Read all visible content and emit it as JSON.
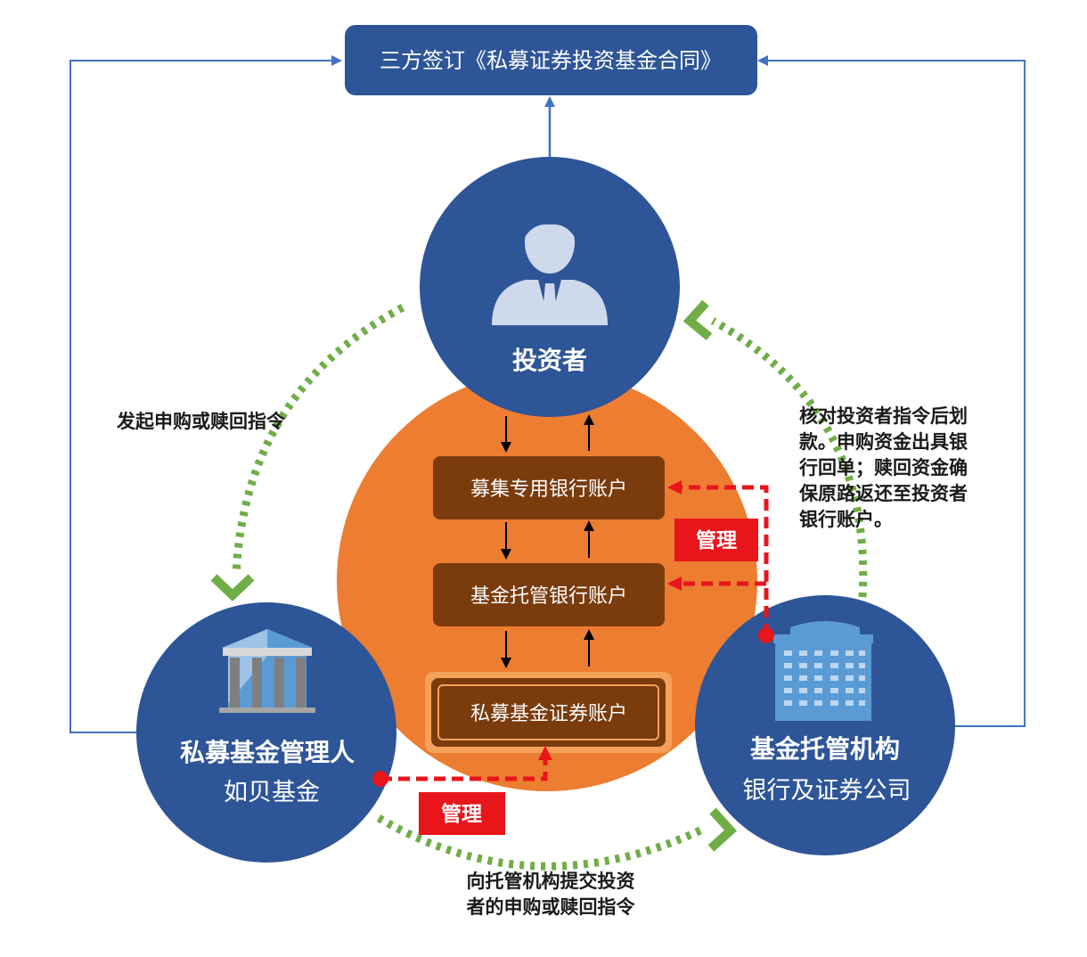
{
  "contract": {
    "label": "三方签订《私募证券投资基金合同》"
  },
  "investor": {
    "label": "投资者"
  },
  "manager": {
    "label": "私募基金管理人",
    "sub": "如贝基金"
  },
  "custodian": {
    "label": "基金托管机构",
    "sub": "银行及证券公司"
  },
  "accounts": [
    {
      "label": "募集专用银行账户"
    },
    {
      "label": "基金托管银行账户"
    },
    {
      "label": "私募基金证券账户"
    }
  ],
  "tags": {
    "manage_right": "管理",
    "manage_bottom": "管理"
  },
  "annotations": {
    "left": "发起申购或赎回指令",
    "bottom": [
      "向托管机构提交投资",
      "者的申购或赎回指令"
    ],
    "right": [
      "核对投资者指令后划",
      "款。申购资金出具银",
      "行回单；赎回资金确",
      "保原路返还至投资者",
      "银行账户。"
    ]
  },
  "colors": {
    "navy": "#2e5597",
    "orange": "#ed7d31",
    "brown": "#7a3b0d",
    "green": "#70ad47",
    "red": "#e8151b"
  }
}
